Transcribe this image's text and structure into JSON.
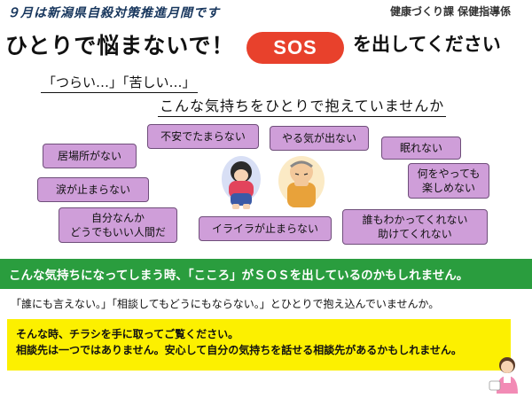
{
  "header": {
    "month_note": "９月は新潟県自殺対策推進月間です",
    "department": "健康づくり課 保健指導係"
  },
  "headline": {
    "left": "ひとりで悩まないで！",
    "sos": "SOS",
    "right": "を出してください"
  },
  "quotes": {
    "top": "「つらい…」「苦しい…」",
    "sub": "こんな気持ちをひとりで抱えていませんか"
  },
  "feelings": [
    {
      "id": "anxious",
      "text": "不安でたまらない"
    },
    {
      "id": "no-motivation",
      "text": "やる気が出ない"
    },
    {
      "id": "cannot-sleep",
      "text": "眠れない"
    },
    {
      "id": "no-place",
      "text": "居場所がない"
    },
    {
      "id": "not-enjoy",
      "line1": "何をやっても",
      "line2": "楽しめない"
    },
    {
      "id": "tears",
      "text": "涙が止まらない"
    },
    {
      "id": "worthless",
      "line1": "自分なんか",
      "line2": "どうでもいい人間だ"
    },
    {
      "id": "irritated",
      "text": "イライラが止まらない"
    },
    {
      "id": "no-one",
      "line1": "誰もわかってくれない",
      "line2": "助けてくれない"
    }
  ],
  "banner": {
    "text": "こんな気持ちになってしまう時、「こころ」がＳＯＳを出しているのかもしれません。"
  },
  "sentence": "「誰にも言えない。」「相談してもどうにもならない。」とひとりで抱え込んでいませんか。",
  "yellow_box": {
    "line1": "そんな時、チラシを手に取ってご覧ください。",
    "line2": "相談先は一つではありません。安心して自分の気持ちを話せる相談先があるかもしれません。"
  },
  "colors": {
    "sos_red": "#e8412c",
    "bubble_purple": "#cf9ed9",
    "banner_green": "#2a9d3e",
    "box_yellow": "#fcf000",
    "month_note_navy": "#17365d"
  }
}
